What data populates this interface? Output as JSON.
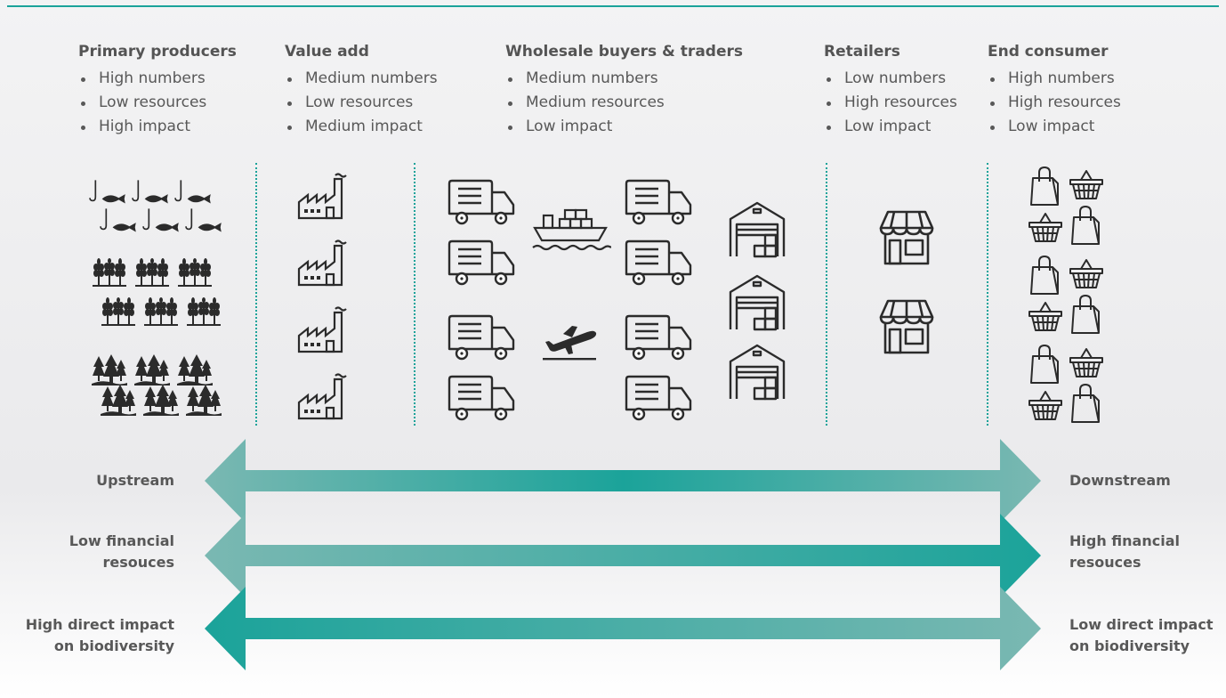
{
  "columns": [
    {
      "title": "Primary producers",
      "bullets": [
        "High numbers",
        "Low resources",
        "High impact"
      ]
    },
    {
      "title": "Value add",
      "bullets": [
        "Medium numbers",
        "Low resources",
        "Medium impact"
      ]
    },
    {
      "title": "Wholesale buyers & traders",
      "bullets": [
        "Medium numbers",
        "Medium resources",
        "Low impact"
      ]
    },
    {
      "title": "Retailers",
      "bullets": [
        "Low numbers",
        "High resources",
        "Low impact"
      ]
    },
    {
      "title": "End consumer",
      "bullets": [
        "High numbers",
        "High resources",
        "Low impact"
      ]
    }
  ],
  "arrows": [
    {
      "left_label": [
        "Upstream"
      ],
      "right_label": [
        "Downstream"
      ],
      "emphasis": "center"
    },
    {
      "left_label": [
        "Low financial",
        "resouces"
      ],
      "right_label": [
        "High financial",
        "resouces"
      ],
      "emphasis": "right"
    },
    {
      "left_label": [
        "High direct impact",
        "on biodiversity"
      ],
      "right_label": [
        "Low direct impact",
        "on biodiversity"
      ],
      "emphasis": "left"
    }
  ],
  "colors": {
    "accent": "#1ba39a",
    "light": "#7ab8b2",
    "text": "#575757",
    "icon": "#2b2b2b"
  },
  "icons": {
    "primary_producers": [
      "fishing-hook-fish-icon",
      "wheat-icon",
      "forest-trees-icon"
    ],
    "value_add": [
      "factory-icon"
    ],
    "wholesale": [
      "delivery-truck-icon",
      "cargo-ship-icon",
      "airplane-takeoff-icon",
      "warehouse-icon"
    ],
    "retailers": [
      "shop-storefront-icon"
    ],
    "end_consumer": [
      "shopping-bag-icon",
      "shopping-basket-icon"
    ]
  }
}
